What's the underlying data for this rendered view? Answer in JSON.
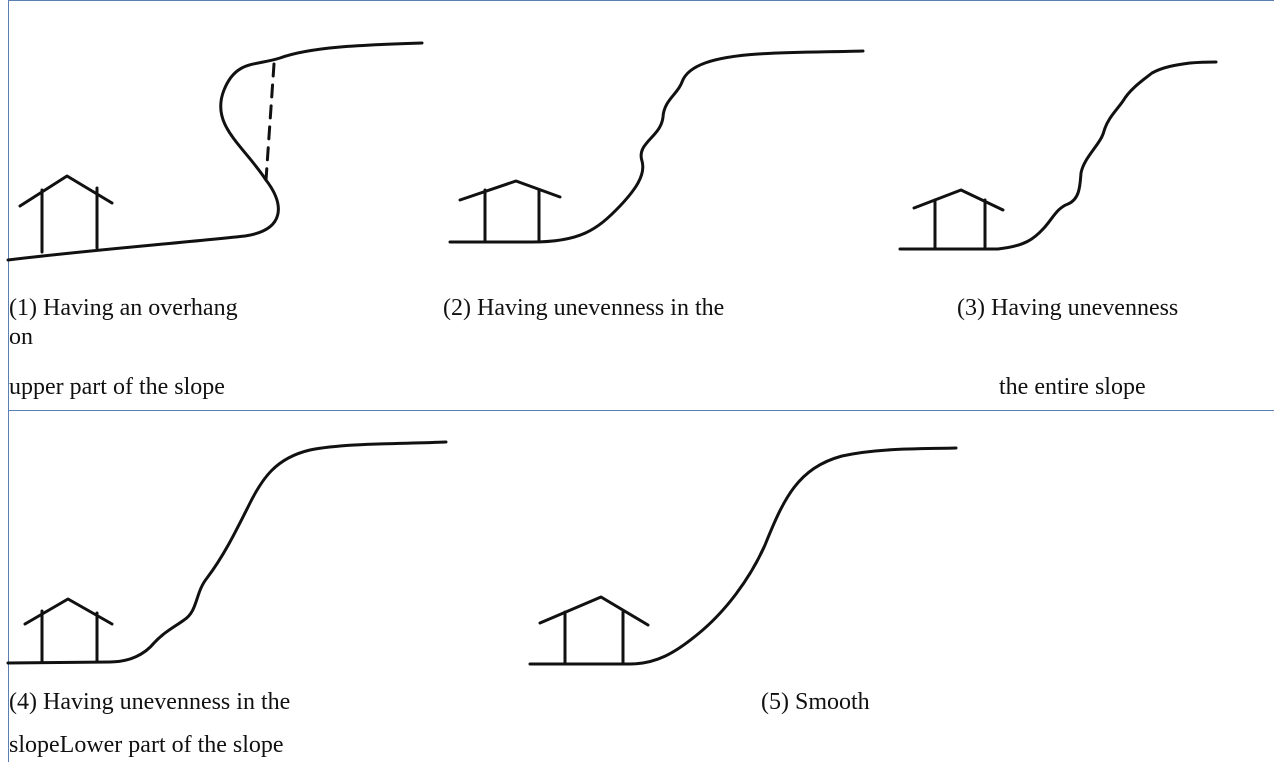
{
  "panels": [
    {
      "caption_line1": "(1) Having an overhang",
      "caption_line2": "on",
      "caption_line3": "upper part of the slope"
    },
    {
      "caption_line1": "(2) Having unevenness in the"
    },
    {
      "caption_line1": "(3) Having unevenness",
      "caption_line3": "the entire slope"
    },
    {
      "caption_line1": "(4) Having unevenness in the",
      "caption_line2": "slopeLower part of the slope"
    },
    {
      "caption_line1": "(5) Smooth"
    }
  ],
  "colors": {
    "ink": "#111111",
    "grid_line": "#5b7fb3"
  },
  "icons": {
    "house": "house-icon",
    "slope": "slope-profile"
  }
}
